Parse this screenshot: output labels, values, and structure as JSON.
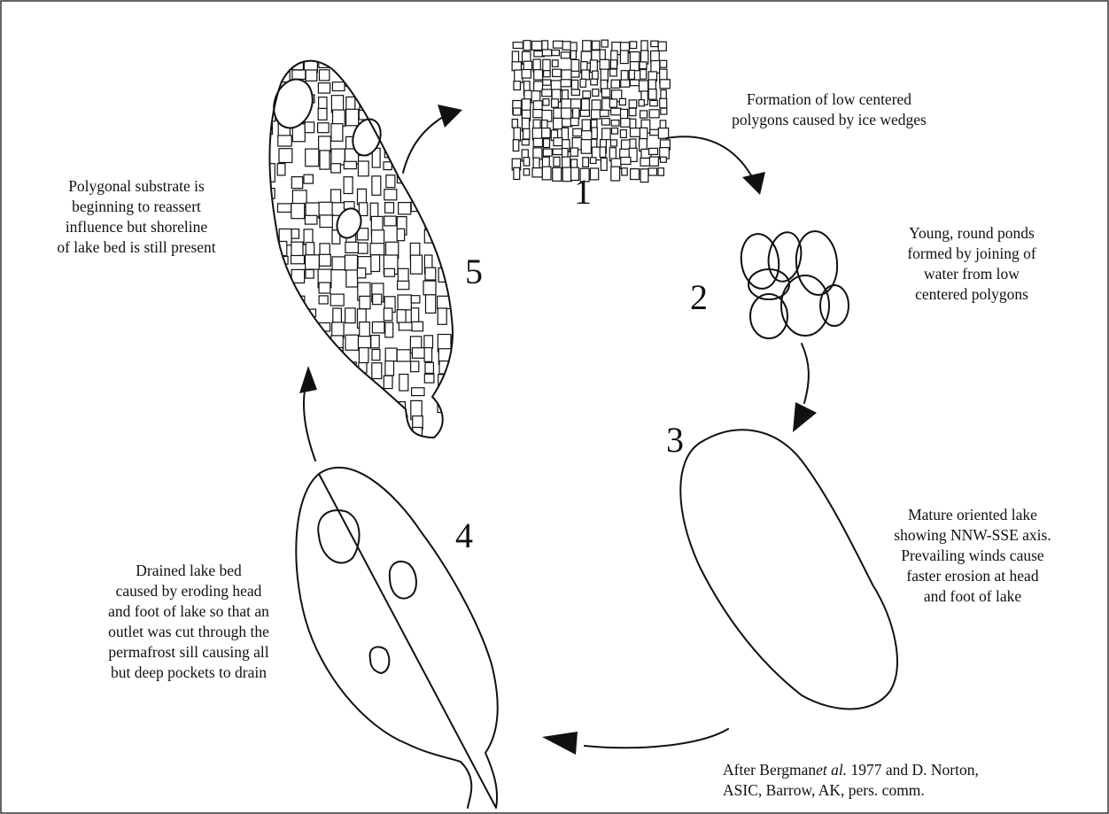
{
  "stages": [
    {
      "number": "1",
      "caption_lines": [
        "Formation of low centered",
        "polygons caused by ice wedges"
      ]
    },
    {
      "number": "2",
      "caption_lines": [
        "Young, round ponds",
        "formed by joining of",
        "water from low",
        "centered polygons"
      ]
    },
    {
      "number": "3",
      "caption_lines": [
        "Mature oriented lake",
        "showing NNW-SSE axis.",
        "Prevailing winds cause",
        "faster erosion at head",
        "and foot of lake"
      ]
    },
    {
      "number": "4",
      "caption_lines": [
        "Drained lake bed",
        "caused by eroding head",
        "and foot of lake so that an",
        "outlet was cut through the",
        "permafrost sill causing all",
        "but deep pockets to drain"
      ]
    },
    {
      "number": "5",
      "caption_lines": [
        "Polygonal substrate is",
        "beginning to reassert",
        "influence but shoreline",
        "of lake bed is still present"
      ]
    }
  ],
  "citation": {
    "line1_before": "After Bergman",
    "line1_italic": "et al.",
    "line1_after": " 1977 and D. Norton,",
    "line2": "ASIC, Barrow, AK, pers. comm."
  },
  "colors": {
    "ink": "#111111",
    "background": "#ffffff"
  }
}
